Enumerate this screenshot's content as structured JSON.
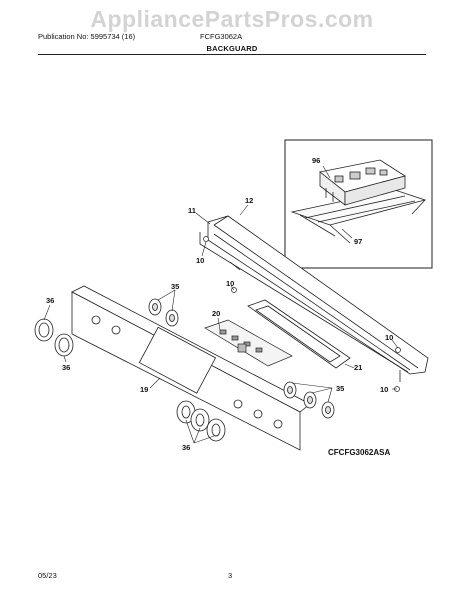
{
  "header": {
    "publication": "Publication No: 5995734 (16)",
    "model": "FCFG3062A",
    "section_title": "BACKGUARD"
  },
  "watermark": "AppliancePartsPros.com",
  "callouts": {
    "c96": "96",
    "c97": "97",
    "c12": "12",
    "c11": "11",
    "c10a": "10",
    "c10b": "10",
    "c10c": "10",
    "c10d": "10",
    "c35a": "35",
    "c35b": "35",
    "c36a": "36",
    "c36b": "36",
    "c36c": "36",
    "c20": "20",
    "c21": "21",
    "c19": "19"
  },
  "diagram_ref": "CFCFG3062ASA",
  "footer": {
    "date": "05/23",
    "page": "3"
  }
}
